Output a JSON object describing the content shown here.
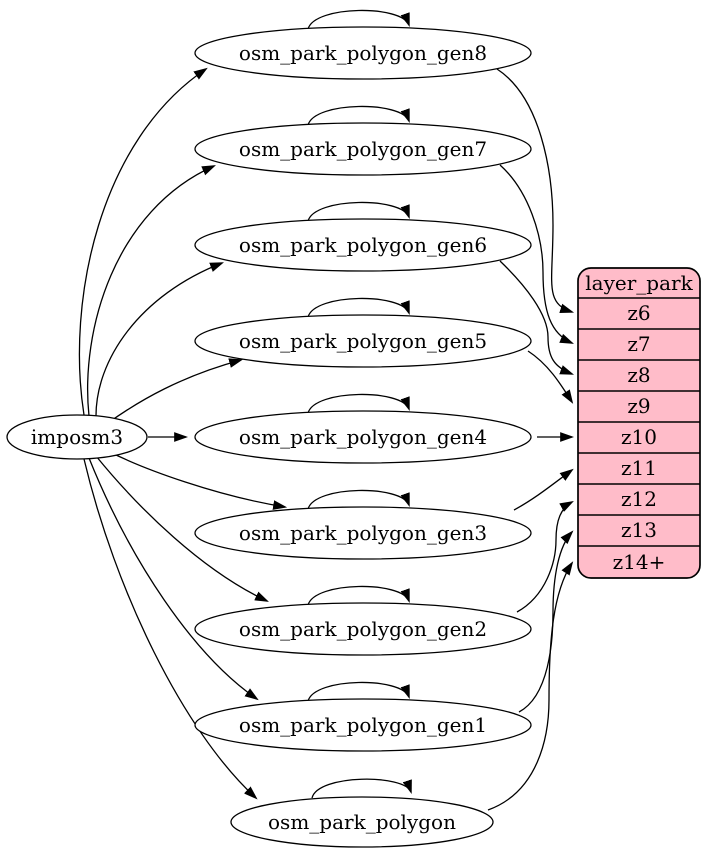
{
  "source": {
    "label": "imposm3"
  },
  "tables": [
    {
      "label": "osm_park_polygon_gen8",
      "from": "imposm3",
      "self_loop": true,
      "writes_to": "z6"
    },
    {
      "label": "osm_park_polygon_gen7",
      "from": "imposm3",
      "self_loop": true,
      "writes_to": "z7"
    },
    {
      "label": "osm_park_polygon_gen6",
      "from": "imposm3",
      "self_loop": true,
      "writes_to": "z8"
    },
    {
      "label": "osm_park_polygon_gen5",
      "from": "imposm3",
      "self_loop": true,
      "writes_to": "z9"
    },
    {
      "label": "osm_park_polygon_gen4",
      "from": "imposm3",
      "self_loop": true,
      "writes_to": "z10"
    },
    {
      "label": "osm_park_polygon_gen3",
      "from": "imposm3",
      "self_loop": true,
      "writes_to": "z11"
    },
    {
      "label": "osm_park_polygon_gen2",
      "from": "imposm3",
      "self_loop": true,
      "writes_to": "z12"
    },
    {
      "label": "osm_park_polygon_gen1",
      "from": "imposm3",
      "self_loop": true,
      "writes_to": "z13"
    },
    {
      "label": "osm_park_polygon",
      "from": "imposm3",
      "self_loop": true,
      "writes_to": "z14+"
    }
  ],
  "layer": {
    "title": "layer_park",
    "rows": [
      "z6",
      "z7",
      "z8",
      "z9",
      "z10",
      "z11",
      "z12",
      "z13",
      "z14+"
    ]
  },
  "edges": {
    "from_source": [
      "osm_park_polygon_gen8",
      "osm_park_polygon_gen7",
      "osm_park_polygon_gen6",
      "osm_park_polygon_gen5",
      "osm_park_polygon_gen4",
      "osm_park_polygon_gen3",
      "osm_park_polygon_gen2",
      "osm_park_polygon_gen1",
      "osm_park_polygon"
    ],
    "self_loops": [
      "osm_park_polygon_gen8",
      "osm_park_polygon_gen7",
      "osm_park_polygon_gen6",
      "osm_park_polygon_gen5",
      "osm_park_polygon_gen4",
      "osm_park_polygon_gen3",
      "osm_park_polygon_gen2",
      "osm_park_polygon_gen1",
      "osm_park_polygon"
    ],
    "to_layer_rows": {
      "osm_park_polygon_gen8": "z6",
      "osm_park_polygon_gen7": "z7",
      "osm_park_polygon_gen6": "z8",
      "osm_park_polygon_gen5": "z9",
      "osm_park_polygon_gen4": "z10",
      "osm_park_polygon_gen3": "z11",
      "osm_park_polygon_gen2": "z12",
      "osm_park_polygon_gen1": "z13",
      "osm_park_polygon": "z14+"
    }
  },
  "colors": {
    "layer_fill": "#ffbcc9",
    "node_fill": "#ffffff",
    "stroke": "#000000",
    "background": "#ffffff"
  }
}
